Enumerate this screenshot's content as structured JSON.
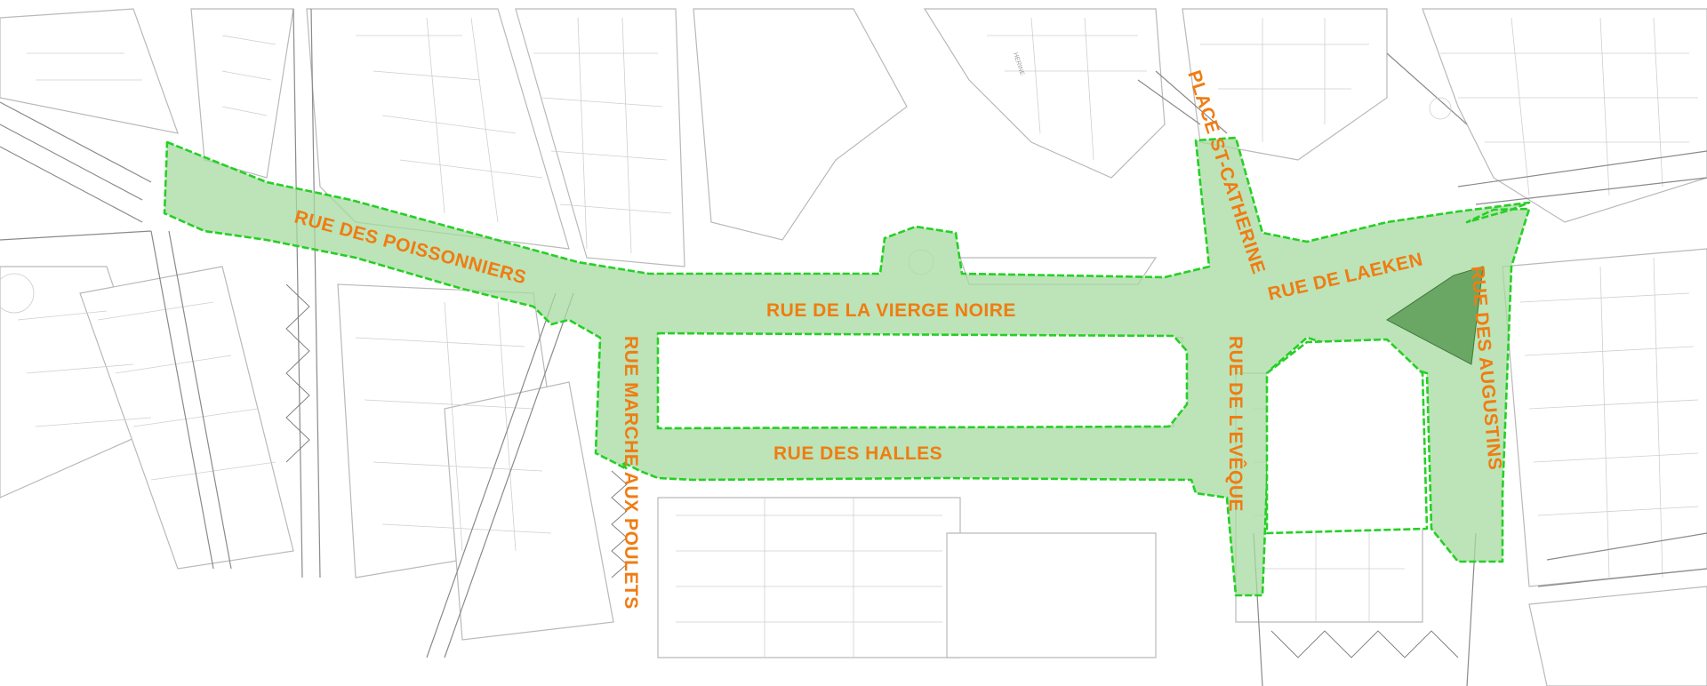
{
  "map": {
    "background_color": "#ffffff",
    "zone_fill_color": "#a6dba0",
    "zone_outline_color": "#25d025",
    "label_color": "#f07c12",
    "streets": [
      {
        "id": "rue-des-poissonniers",
        "label": "RUE DES POISSONNIERS"
      },
      {
        "id": "rue-de-la-vierge-noire",
        "label": "RUE DE LA VIERGE NOIRE"
      },
      {
        "id": "rue-marche-aux-poulets",
        "label": "RUE MARCHE AUX POULETS"
      },
      {
        "id": "rue-des-halles",
        "label": "RUE DES HALLES"
      },
      {
        "id": "place-st-catherine",
        "label": "PLACE ST-CATHERINE"
      },
      {
        "id": "rue-de-l-eveque",
        "label": "RUE DE L'EVÊQUE"
      },
      {
        "id": "rue-de-laeken",
        "label": "RUE DE LAEKEN"
      },
      {
        "id": "rue-des-augustins",
        "label": "RUE DES AUGUSTINS"
      }
    ],
    "faint_text": {
      "herine": "HERINE"
    }
  }
}
